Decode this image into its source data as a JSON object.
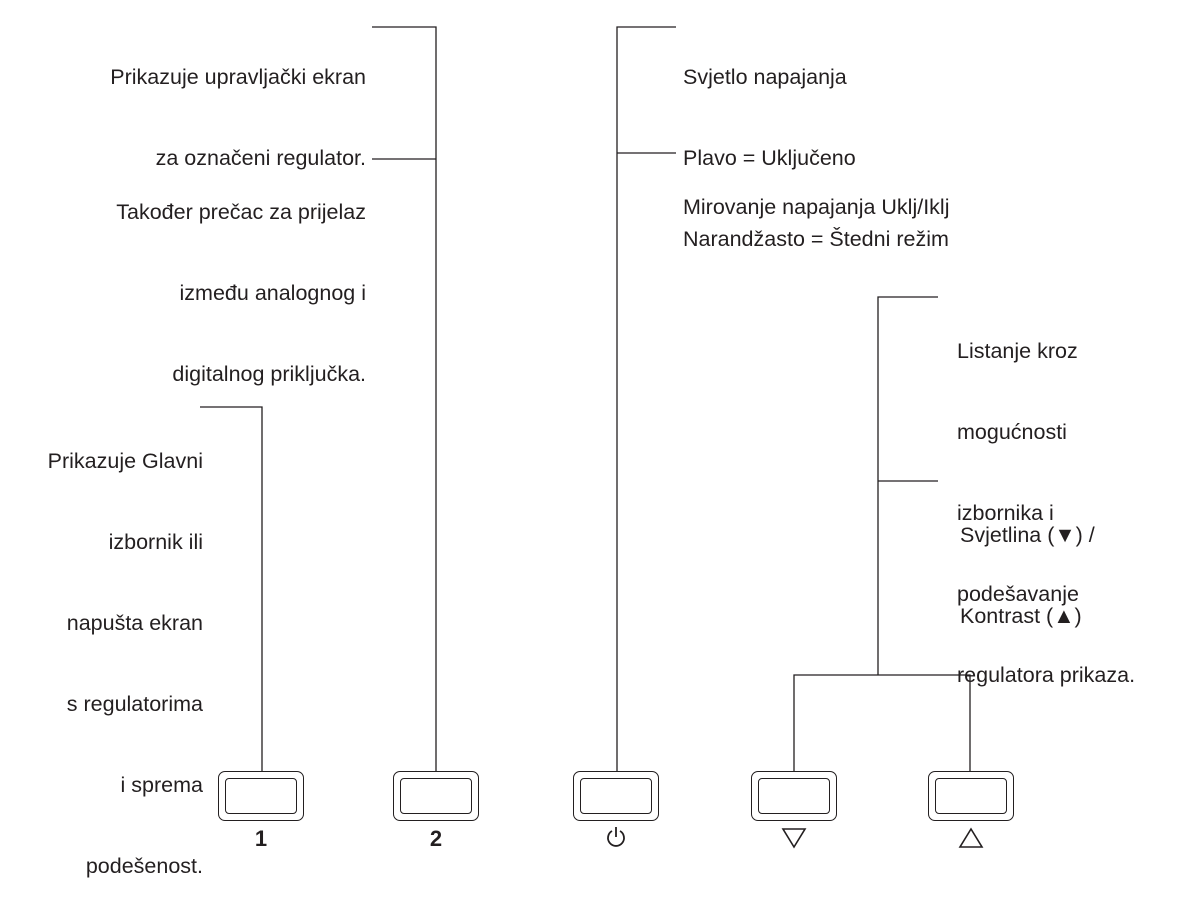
{
  "callouts": {
    "btn2_a": [
      "Prikazuje upravljački ekran",
      "za označeni regulator."
    ],
    "btn2_b": [
      "Također prečac za prijelaz",
      "između analognog i",
      "digitalnog priključka."
    ],
    "btn1": [
      "Prikazuje Glavni",
      "izbornik ili",
      "napušta ekran",
      "s regulatorima",
      "i sprema",
      "podešenost."
    ],
    "power_a": [
      "Svjetlo napajanja",
      "Plavo = Uključeno",
      "Narandžasto = Štedni režim"
    ],
    "power_b": [
      "Mirovanje napajanja Uklj/Iklj"
    ],
    "arrows_a": [
      "Listanje kroz",
      "mogućnosti",
      "izbornika i",
      "podešavanje",
      "regulatora prikaza."
    ],
    "arrows_b": [
      "Svjetlina (▼) /",
      "Kontrast (▲)"
    ]
  },
  "buttons": {
    "b1": {
      "label": "1"
    },
    "b2": {
      "label": "2"
    },
    "power": {
      "icon": "power-icon"
    },
    "down": {
      "icon": "triangle-down-outline-icon"
    },
    "up": {
      "icon": "triangle-up-outline-icon"
    }
  }
}
